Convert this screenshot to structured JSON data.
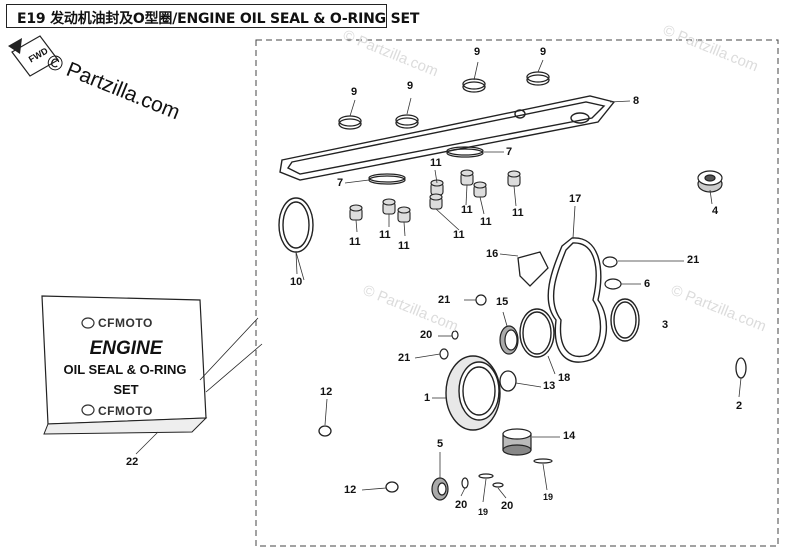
{
  "title": "E19 发动机油封及O型圈/ENGINE OIL SEAL & O-RING SET",
  "watermark": "© Partzilla.com",
  "fwd_label": "FWD",
  "kit_card": {
    "brand": "CFMOTO",
    "line1": "ENGINE",
    "line2": "OIL SEAL & O-RING",
    "line3": "SET"
  },
  "callouts": {
    "c1": "1",
    "c2": "2",
    "c3": "3",
    "c4": "4",
    "c5": "5",
    "c6": "6",
    "c7a": "7",
    "c7b": "7",
    "c8": "8",
    "c9a": "9",
    "c9b": "9",
    "c9c": "9",
    "c9d": "9",
    "c10": "10",
    "c11a": "11",
    "c11b": "11",
    "c11c": "11",
    "c11d": "11",
    "c11e": "11",
    "c11f": "11",
    "c11g": "11",
    "c11h": "11",
    "c12a": "12",
    "c12b": "12",
    "c13": "13",
    "c14": "14",
    "c15": "15",
    "c16": "16",
    "c17": "17",
    "c18": "18",
    "c19a": "19",
    "c19b": "19",
    "c20a": "20",
    "c20b": "20",
    "c20c": "20",
    "c21a": "21",
    "c21b": "21",
    "c21c": "21",
    "c22": "22"
  }
}
